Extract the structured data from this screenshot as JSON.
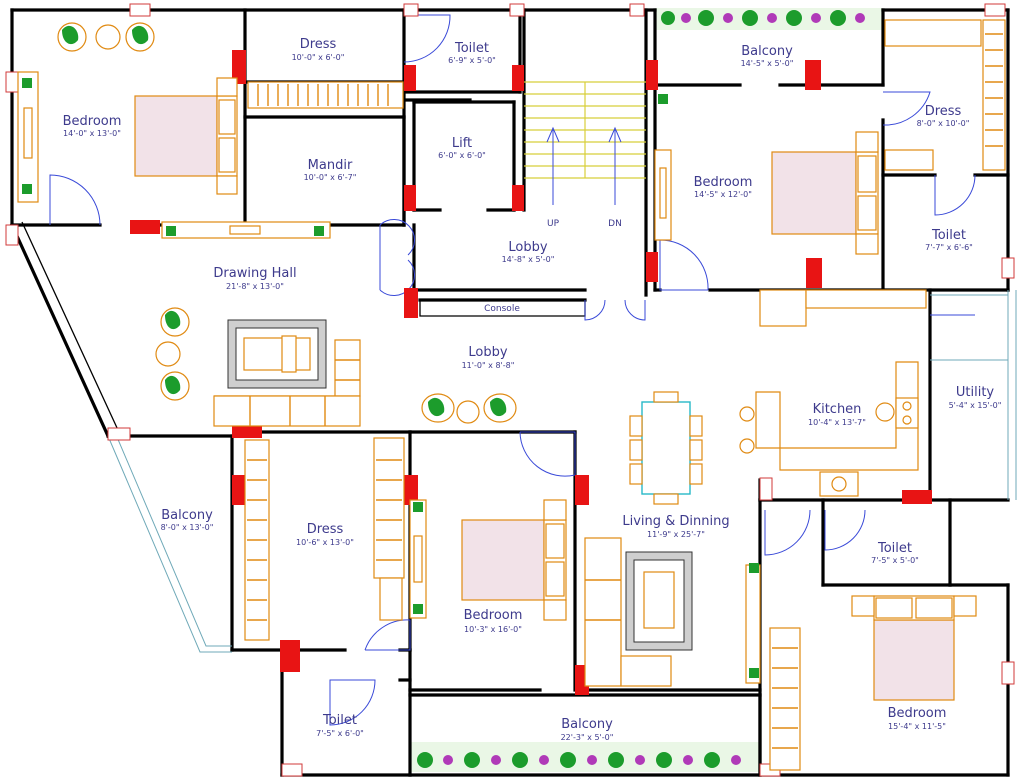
{
  "plan": {
    "rooms": [
      {
        "id": "bedroom-nw",
        "name": "Bedroom",
        "dim": "14'-0\" x 13'-0\""
      },
      {
        "id": "dress-n",
        "name": "Dress",
        "dim": "10'-0\" x 6'-0\""
      },
      {
        "id": "toilet-n",
        "name": "Toilet",
        "dim": "6'-9\" x 5'-0\""
      },
      {
        "id": "mandir",
        "name": "Mandir",
        "dim": "10'-0\" x 6'-7\""
      },
      {
        "id": "lift",
        "name": "Lift",
        "dim": "6'-0\" x 6'-0\""
      },
      {
        "id": "balcony-ne",
        "name": "Balcony",
        "dim": "14'-5\" x 5'-0\""
      },
      {
        "id": "dress-ne",
        "name": "Dress",
        "dim": "8'-0\" x 10'-0\""
      },
      {
        "id": "bedroom-ne",
        "name": "Bedroom",
        "dim": "14'-5\" x 12'-0\""
      },
      {
        "id": "toilet-ne",
        "name": "Toilet",
        "dim": "7'-7\" x 6'-6\""
      },
      {
        "id": "lobby-upper",
        "name": "Lobby",
        "dim": "14'-8\" x 5'-0\""
      },
      {
        "id": "drawing-hall",
        "name": "Drawing Hall",
        "dim": "21'-8\" x 13'-0\""
      },
      {
        "id": "lobby-center",
        "name": "Lobby",
        "dim": "11'-0\" x 8'-8\""
      },
      {
        "id": "kitchen",
        "name": "Kitchen",
        "dim": "10'-4\" x 13'-7\""
      },
      {
        "id": "utility",
        "name": "Utility",
        "dim": "5'-4\" x 15'-0\""
      },
      {
        "id": "balcony-w",
        "name": "Balcony",
        "dim": "8'-0\" x 13'-0\""
      },
      {
        "id": "dress-sw",
        "name": "Dress",
        "dim": "10'-6\" x 13'-0\""
      },
      {
        "id": "bedroom-s",
        "name": "Bedroom",
        "dim": "10'-3\" x 16'-0\""
      },
      {
        "id": "living-dinning",
        "name": "Living & Dinning",
        "dim": "11'-9\" x 25'-7\""
      },
      {
        "id": "toilet-se",
        "name": "Toilet",
        "dim": "7'-5\" x 5'-0\""
      },
      {
        "id": "bedroom-se",
        "name": "Bedroom",
        "dim": "15'-4\" x 11'-5\""
      },
      {
        "id": "toilet-sw",
        "name": "Toilet",
        "dim": "7'-5\" x 6'-0\""
      },
      {
        "id": "balcony-s",
        "name": "Balcony",
        "dim": "22'-3\" x 5'-0\""
      }
    ],
    "labels": {
      "console": "Console",
      "stair_up": "UP",
      "stair_down": "DN"
    }
  }
}
